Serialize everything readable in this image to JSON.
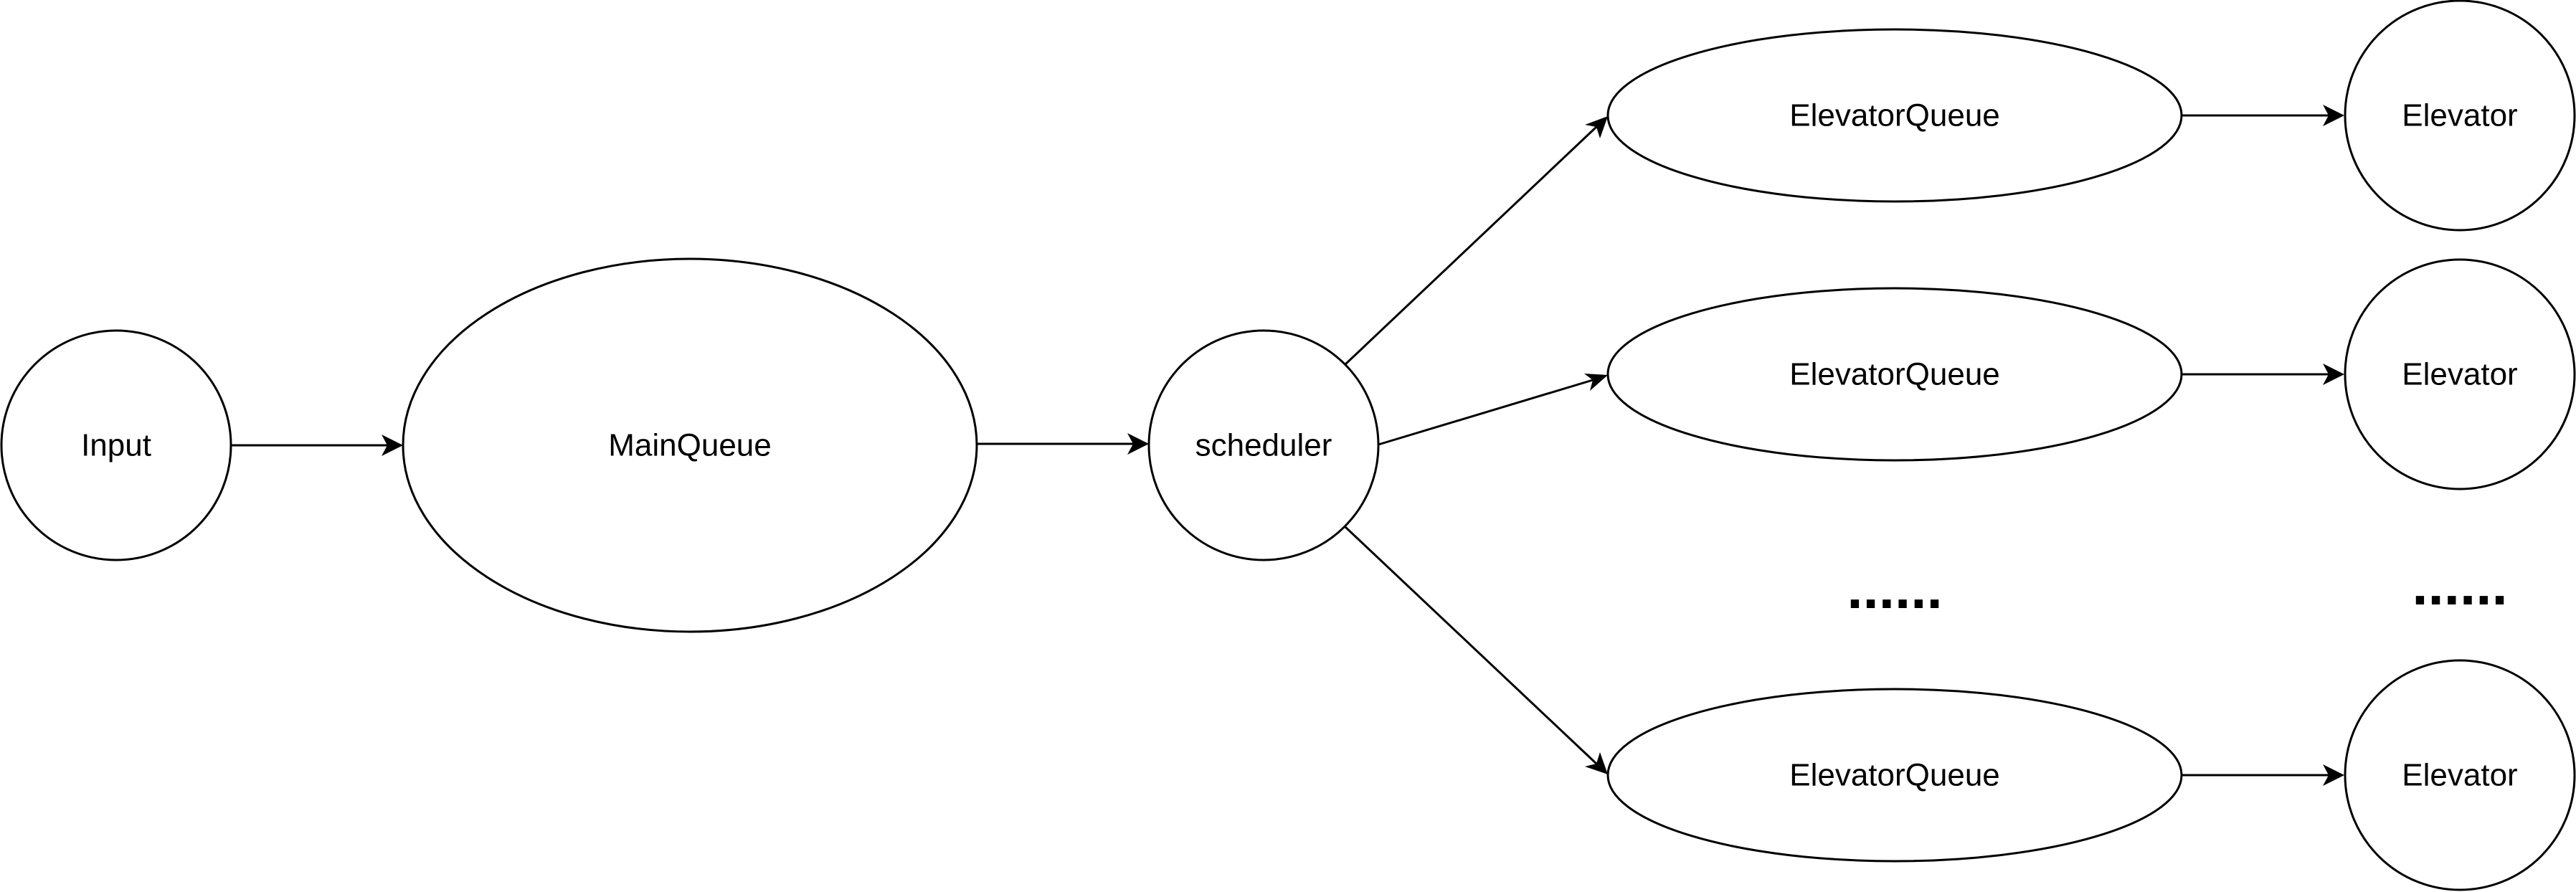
{
  "nodes": {
    "input": {
      "label": "Input"
    },
    "main_queue": {
      "label": "MainQueue"
    },
    "scheduler": {
      "label": "scheduler"
    },
    "elevator_queue_1": {
      "label": "ElevatorQueue"
    },
    "elevator_queue_2": {
      "label": "ElevatorQueue"
    },
    "elevator_queue_3": {
      "label": "ElevatorQueue"
    },
    "elevator_1": {
      "label": "Elevator"
    },
    "elevator_2": {
      "label": "Elevator"
    },
    "elevator_3": {
      "label": "Elevator"
    }
  },
  "ellipses": {
    "queues": "......",
    "elevators": "......"
  },
  "edges": [
    {
      "from": "Input",
      "to": "MainQueue"
    },
    {
      "from": "MainQueue",
      "to": "scheduler"
    },
    {
      "from": "scheduler",
      "to": "ElevatorQueue"
    },
    {
      "from": "scheduler",
      "to": "ElevatorQueue"
    },
    {
      "from": "scheduler",
      "to": "ElevatorQueue"
    },
    {
      "from": "ElevatorQueue",
      "to": "Elevator"
    },
    {
      "from": "ElevatorQueue",
      "to": "Elevator"
    },
    {
      "from": "ElevatorQueue",
      "to": "Elevator"
    }
  ],
  "colors": {
    "stroke": "#000000",
    "fill": "#ffffff",
    "background": "#ffffff"
  }
}
